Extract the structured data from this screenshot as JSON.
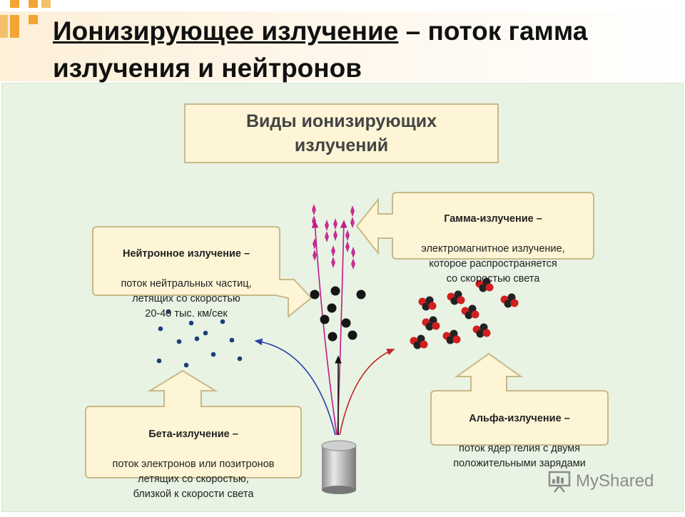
{
  "title": {
    "underlined": "Ионизирующее излучение",
    "rest": " – поток гамма излучения и нейтронов"
  },
  "diagram": {
    "header": "Виды ионизирующих\nизлучений",
    "gamma": {
      "head": "Гамма-излучение –",
      "body": "электромагнитное излучение,\nкоторое распространяется\nсо скоростью света"
    },
    "neutron": {
      "head": "Нейтронное излучение –",
      "body": "поток нейтральных частиц,\nлетящих со скоростью\n20-40 тыс. км/сек"
    },
    "beta": {
      "head": "Бета-излучение –",
      "body": "поток электронов или позитронов\nлетящих со скоростью,\nблизкой к скорости света"
    },
    "alpha": {
      "head": "Альфа-излучение –",
      "body": "поток ядер гелия с двумя\nположительными зарядами"
    }
  },
  "watermark": "MyShared",
  "colors": {
    "panel": "#e8f3e3",
    "callout_fill": "#fdf5d6",
    "callout_border": "#c8b98a",
    "gamma_ray": "#c2188b",
    "beta_ray": "#2b3fa8",
    "alpha_ray": "#c0262a",
    "electron": "#1b3f7a",
    "neutron": "#151515",
    "proton": "#d21f1f",
    "accent_orange": "#f3a531"
  }
}
